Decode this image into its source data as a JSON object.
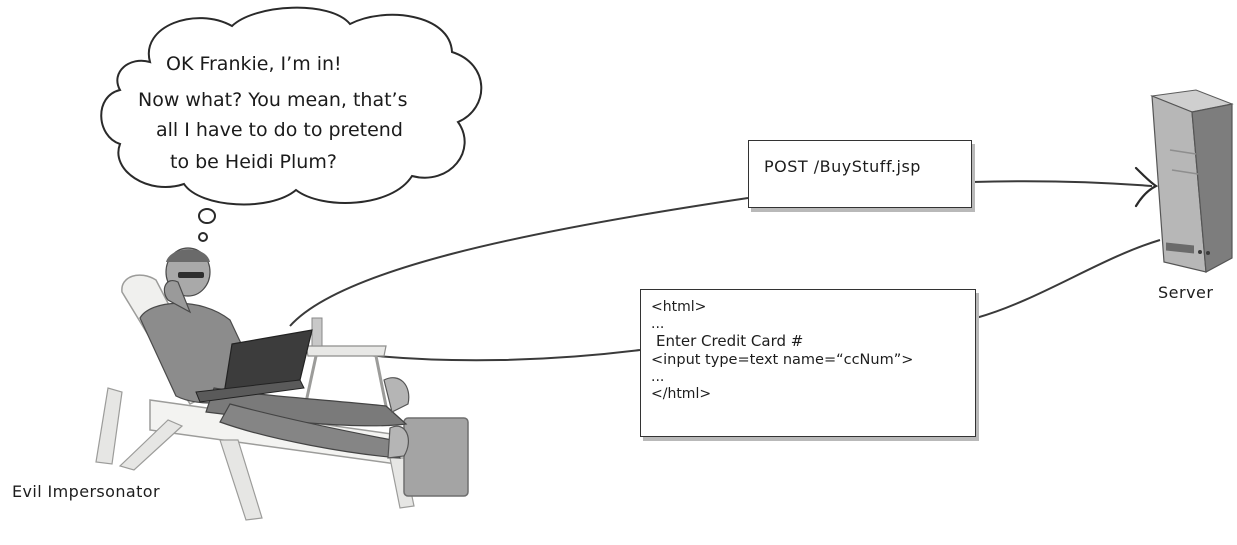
{
  "thought_bubble": {
    "lines": [
      "OK Frankie, I’m in!",
      "Now what? You mean, that’s",
      "all I have to do to pretend",
      "to be Heidi Plum?"
    ]
  },
  "request_box": {
    "text": "POST /BuyStuff.jsp"
  },
  "response_box": {
    "lines": [
      "<html>",
      "...",
      "Enter Credit Card #",
      "<input type=text name=“ccNum”>",
      "...",
      "</html>"
    ]
  },
  "labels": {
    "server": "Server",
    "impersonator": "Evil Impersonator"
  }
}
